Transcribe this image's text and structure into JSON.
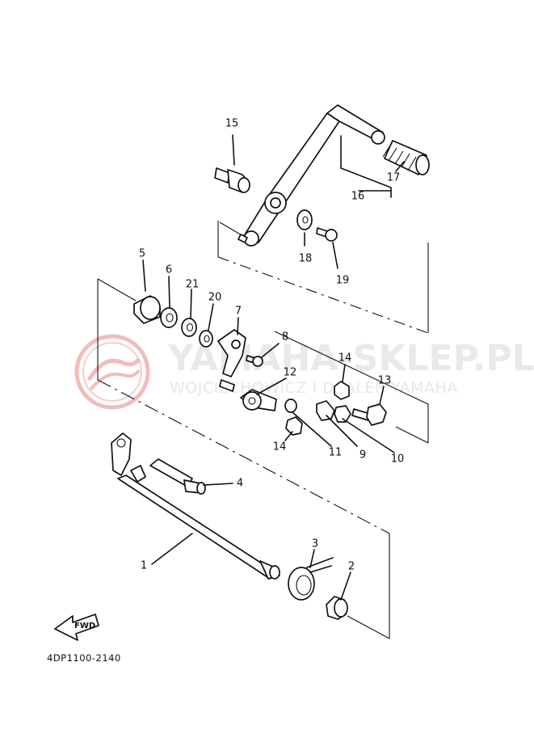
{
  "diagram_code": "4DP1100-2140",
  "watermark": {
    "brand": "YAMAHA-SKLEP.PL",
    "tagline": "WOJCIECHOWICZ I DEALER YAMAHA",
    "logo_color": "#f2bcbc",
    "text_color": "#e9e9e9"
  },
  "fwd_label": "FWD",
  "parts": [
    {
      "num": "1"
    },
    {
      "num": "2"
    },
    {
      "num": "3"
    },
    {
      "num": "4"
    },
    {
      "num": "5"
    },
    {
      "num": "6"
    },
    {
      "num": "7"
    },
    {
      "num": "8"
    },
    {
      "num": "9"
    },
    {
      "num": "10"
    },
    {
      "num": "11"
    },
    {
      "num": "12"
    },
    {
      "num": "13"
    },
    {
      "num": "14"
    },
    {
      "num": "14"
    },
    {
      "num": "15"
    },
    {
      "num": "16"
    },
    {
      "num": "17"
    },
    {
      "num": "18"
    },
    {
      "num": "19"
    },
    {
      "num": "20"
    },
    {
      "num": "21"
    }
  ],
  "colors": {
    "ink": "#111111",
    "paper": "#ffffff"
  }
}
